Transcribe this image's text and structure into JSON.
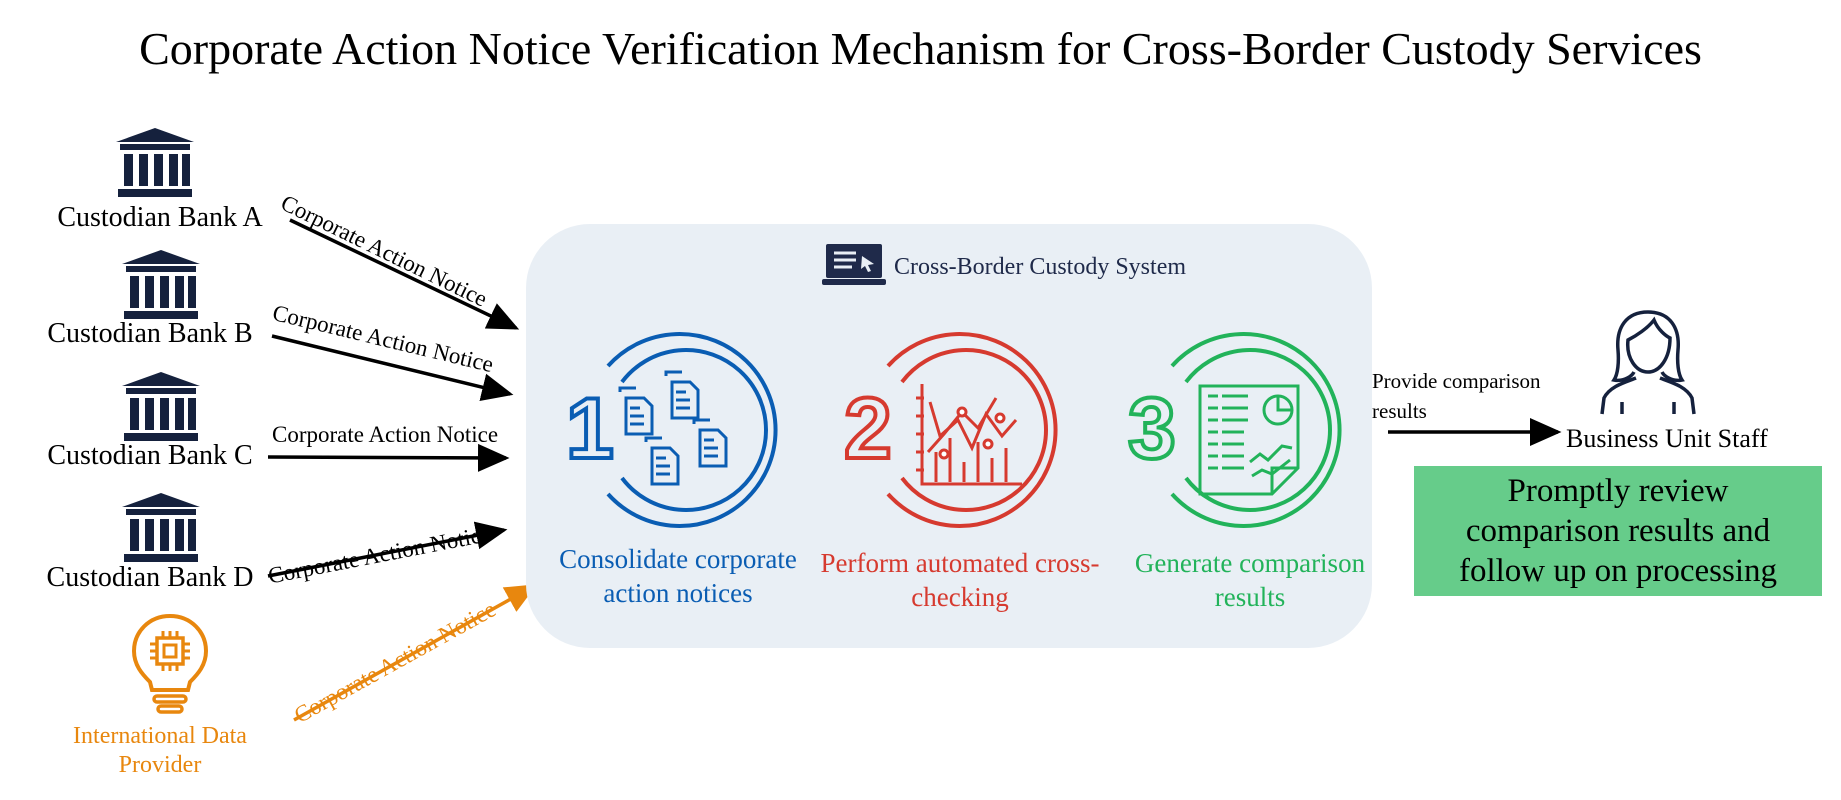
{
  "title": "Corporate Action Notice Verification Mechanism for Cross-Border Custody Services",
  "sources": {
    "banks": [
      {
        "label": "Custodian Bank A",
        "icon": "bank-building-icon"
      },
      {
        "label": "Custodian Bank B",
        "icon": "bank-building-icon"
      },
      {
        "label": "Custodian Bank C",
        "icon": "bank-building-icon"
      },
      {
        "label": "Custodian Bank D",
        "icon": "bank-building-icon"
      }
    ],
    "provider": {
      "label": "International Data Provider",
      "icon": "lightbulb-chip-icon"
    }
  },
  "edge_label": "Corporate Action Notice",
  "system": {
    "title": "Cross-Border Custody System",
    "icon": "laptop-cursor-icon",
    "steps": [
      {
        "number": "1",
        "caption": "Consolidate corporate action notices",
        "icon": "documents-icon",
        "color": "#0a5db3"
      },
      {
        "number": "2",
        "caption": "Perform automated cross-checking",
        "icon": "chart-analysis-icon",
        "color": "#d63a2f"
      },
      {
        "number": "3",
        "caption": "Generate comparison results",
        "icon": "report-icon",
        "color": "#22b35a"
      }
    ]
  },
  "output": {
    "provide_label": "Provide comparison results",
    "recipient": "Business Unit Staff",
    "recipient_icon": "person-icon",
    "action": "Promptly review comparison results and follow up on processing"
  },
  "colors": {
    "navy": "#15213d",
    "orange": "#e8870e",
    "panel": "#e9eff5",
    "action_box": "#66cc8a"
  }
}
